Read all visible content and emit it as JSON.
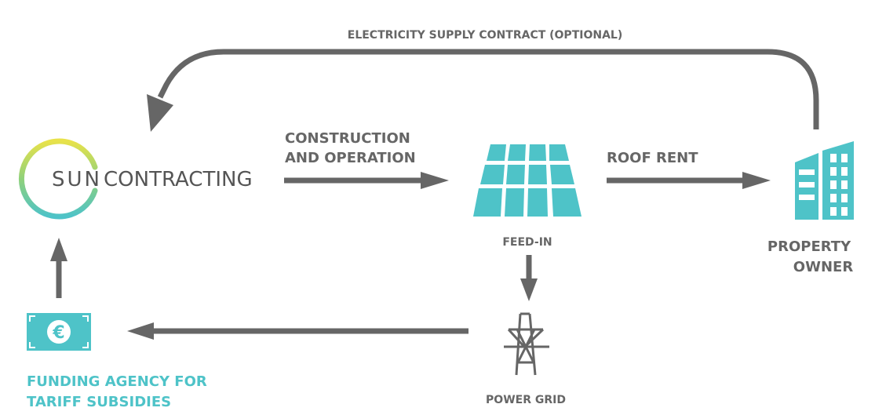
{
  "diagram": {
    "top_arrow_label": "ELECTRICITY SUPPLY CONTRACT (OPTIONAL)",
    "construction_label_line1": "CONSTRUCTION",
    "construction_label_line2": "AND OPERATION",
    "roof_rent_label": "ROOF RENT",
    "feed_in_label": "FEED-IN",
    "property_owner_line1": "PROPERTY",
    "property_owner_line2": "OWNER",
    "power_grid_label": "POWER GRID",
    "funding_line1": "FUNDING AGENCY FOR",
    "funding_line2": "TARIFF SUBSIDIES",
    "logo_part1": "SUN",
    "logo_part2": "CONTRACTING",
    "euro_symbol": "€"
  },
  "colors": {
    "arrow": "#666666",
    "teal": "#4ec3c8",
    "label": "#666666",
    "logo_yellow": "#e8e24a",
    "logo_green": "#8fd17a"
  },
  "icons": [
    "suncontracting-logo",
    "solar-panel-icon",
    "building-icon",
    "power-tower-icon",
    "banknote-euro-icon"
  ]
}
